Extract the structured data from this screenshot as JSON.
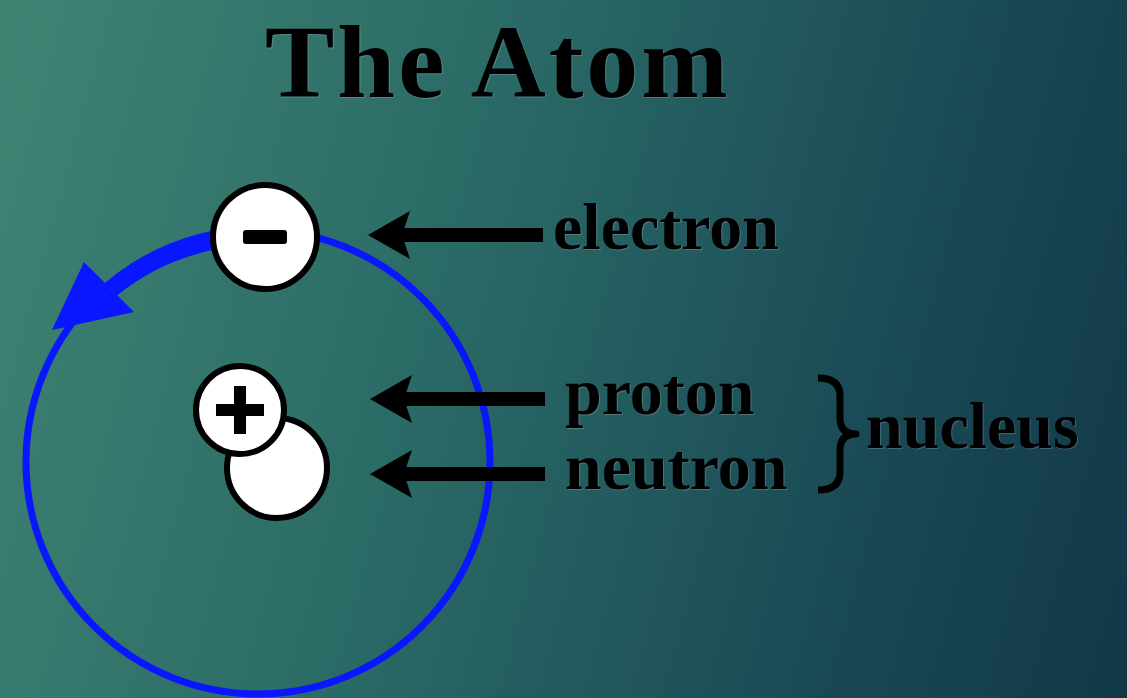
{
  "diagram": {
    "title": "The Atom",
    "labels": [
      "electron",
      "proton",
      "neutron",
      "nucleus"
    ]
  }
}
